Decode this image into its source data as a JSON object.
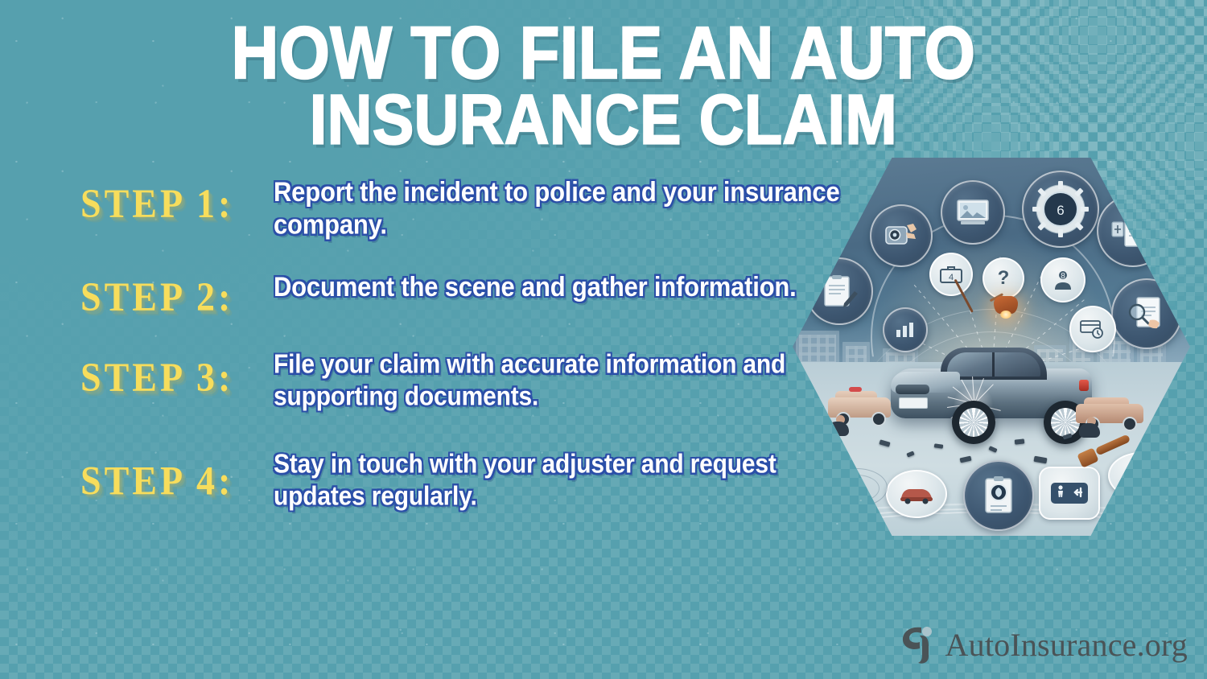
{
  "title": {
    "line1": "HOW TO FILE AN AUTO",
    "line2": "INSURANCE CLAIM"
  },
  "steps": [
    {
      "label": "STEP 1:",
      "text": "Report the incident to police and your insurance company."
    },
    {
      "label": "STEP 2:",
      "text": "Document the scene and gather information."
    },
    {
      "label": "STEP 3:",
      "text": "File your claim with accurate information and supporting documents."
    },
    {
      "label": "STEP 4:",
      "text": "Stay in touch with your adjuster and request updates regularly."
    }
  ],
  "illustration": {
    "alt": "Hexagon illustration of a damaged silver sedan at a city accident scene surrounded by circular insurance-process icon badges",
    "badges": [
      {
        "icon": "hand-holding-camera-icon",
        "caption": ""
      },
      {
        "icon": "photo-frame-icon",
        "caption": ""
      },
      {
        "icon": "gear-icon",
        "caption": "6"
      },
      {
        "icon": "document-icon",
        "caption": ""
      },
      {
        "icon": "magnifier-document-icon",
        "caption": ""
      },
      {
        "icon": "clipboard-pen-icon",
        "caption": ""
      },
      {
        "icon": "briefcase-icon",
        "caption": "4"
      },
      {
        "icon": "question-mark-icon",
        "caption": "?"
      },
      {
        "icon": "person-badge-icon",
        "caption": "8"
      },
      {
        "icon": "chart-icon",
        "caption": ""
      },
      {
        "icon": "card-clock-icon",
        "caption": ""
      },
      {
        "icon": "red-car-icon",
        "caption": ""
      },
      {
        "icon": "clipboard-shield-icon",
        "caption": ""
      },
      {
        "icon": "pedestrian-sign-icon",
        "caption": ""
      },
      {
        "icon": "blue-car-icon",
        "caption": ""
      }
    ]
  },
  "logo": {
    "text": "AutoInsurance.org",
    "mark": "ai-monogram-icon"
  },
  "colors": {
    "background_teal": "#56a0ae",
    "pattern_teal": "#6aacb8",
    "step_label_yellow": "#f7dd5c",
    "body_white": "#ffffff",
    "body_outline_blue": "#2b4fa8",
    "logo_gray": "#4a5356"
  }
}
